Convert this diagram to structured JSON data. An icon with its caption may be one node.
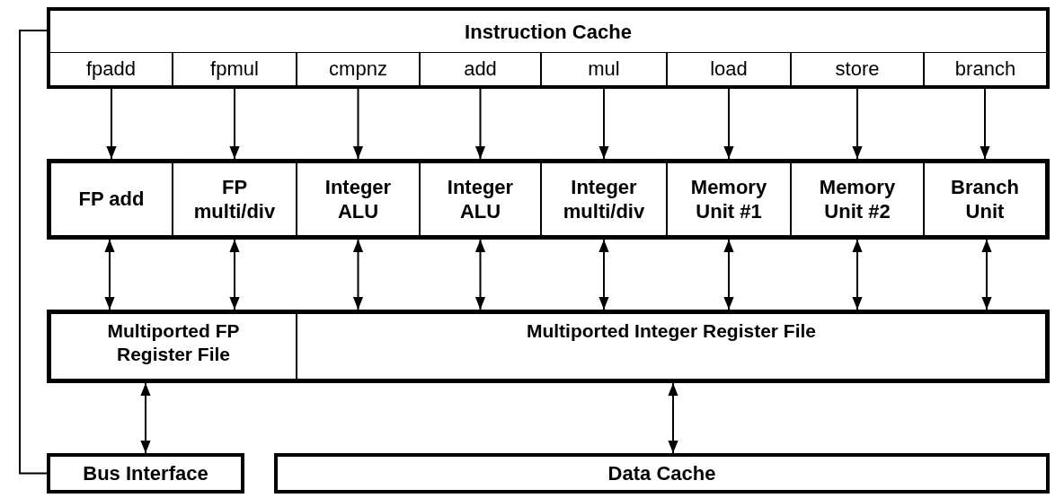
{
  "diagram": {
    "nodes": [
      {
        "text": [
          "Instruction Cache"
        ]
      },
      {
        "text": [
          "fpadd"
        ],
        "in": 0
      },
      {
        "text": [
          "fpmul"
        ],
        "in": 0
      },
      {
        "text": [
          "cmpnz"
        ],
        "in": 0
      },
      {
        "text": [
          "add"
        ],
        "in": 0
      },
      {
        "text": [
          "mul"
        ],
        "in": 0
      },
      {
        "text": [
          "load"
        ],
        "in": 0
      },
      {
        "text": [
          "store"
        ],
        "in": 0
      },
      {
        "text": [
          "branch"
        ],
        "in": 0
      },
      {
        "text": [
          "FP add"
        ]
      },
      {
        "text": [
          "FP multi/div"
        ]
      },
      {
        "text": [
          "Integer ALU"
        ]
      },
      {
        "text": [
          "Integer ALU"
        ]
      },
      {
        "text": [
          "Integer multi/div"
        ]
      },
      {
        "text": [
          "Memory Unit #1"
        ]
      },
      {
        "text": [
          "Memory Unit #2"
        ]
      },
      {
        "text": [
          "Branch Unit"
        ]
      },
      {
        "text": [
          "Multiported FP Register File"
        ]
      },
      {
        "text": [
          "Multiported Integer Register File"
        ]
      },
      {
        "text": [
          "Bus Interface"
        ]
      },
      {
        "text": [
          "Data Cache"
        ]
      }
    ],
    "edges": [
      {
        "from": 1,
        "to": 9,
        "arrow": "to"
      },
      {
        "from": 2,
        "to": 10,
        "arrow": "to"
      },
      {
        "from": 3,
        "to": 11,
        "arrow": "to"
      },
      {
        "from": 4,
        "to": 12,
        "arrow": "to"
      },
      {
        "from": 5,
        "to": 13,
        "arrow": "to"
      },
      {
        "from": 6,
        "to": 14,
        "arrow": "to"
      },
      {
        "from": 7,
        "to": 15,
        "arrow": "to"
      },
      {
        "from": 8,
        "to": 16,
        "arrow": "to"
      },
      {
        "from": 9,
        "to": 17,
        "arrow": "both"
      },
      {
        "from": 10,
        "to": 17,
        "arrow": "both"
      },
      {
        "from": 11,
        "to": 18,
        "arrow": "both"
      },
      {
        "from": 12,
        "to": 18,
        "arrow": "both"
      },
      {
        "from": 13,
        "to": 18,
        "arrow": "both"
      },
      {
        "from": 14,
        "to": 18,
        "arrow": "both"
      },
      {
        "from": 15,
        "to": 18,
        "arrow": "both"
      },
      {
        "from": 16,
        "to": 18,
        "arrow": "both"
      },
      {
        "from": 17,
        "to": 19,
        "arrow": "both"
      },
      {
        "from": 18,
        "to": 20,
        "arrow": "both"
      },
      {
        "from": 0,
        "to": 19,
        "arrow": "none"
      }
    ]
  }
}
